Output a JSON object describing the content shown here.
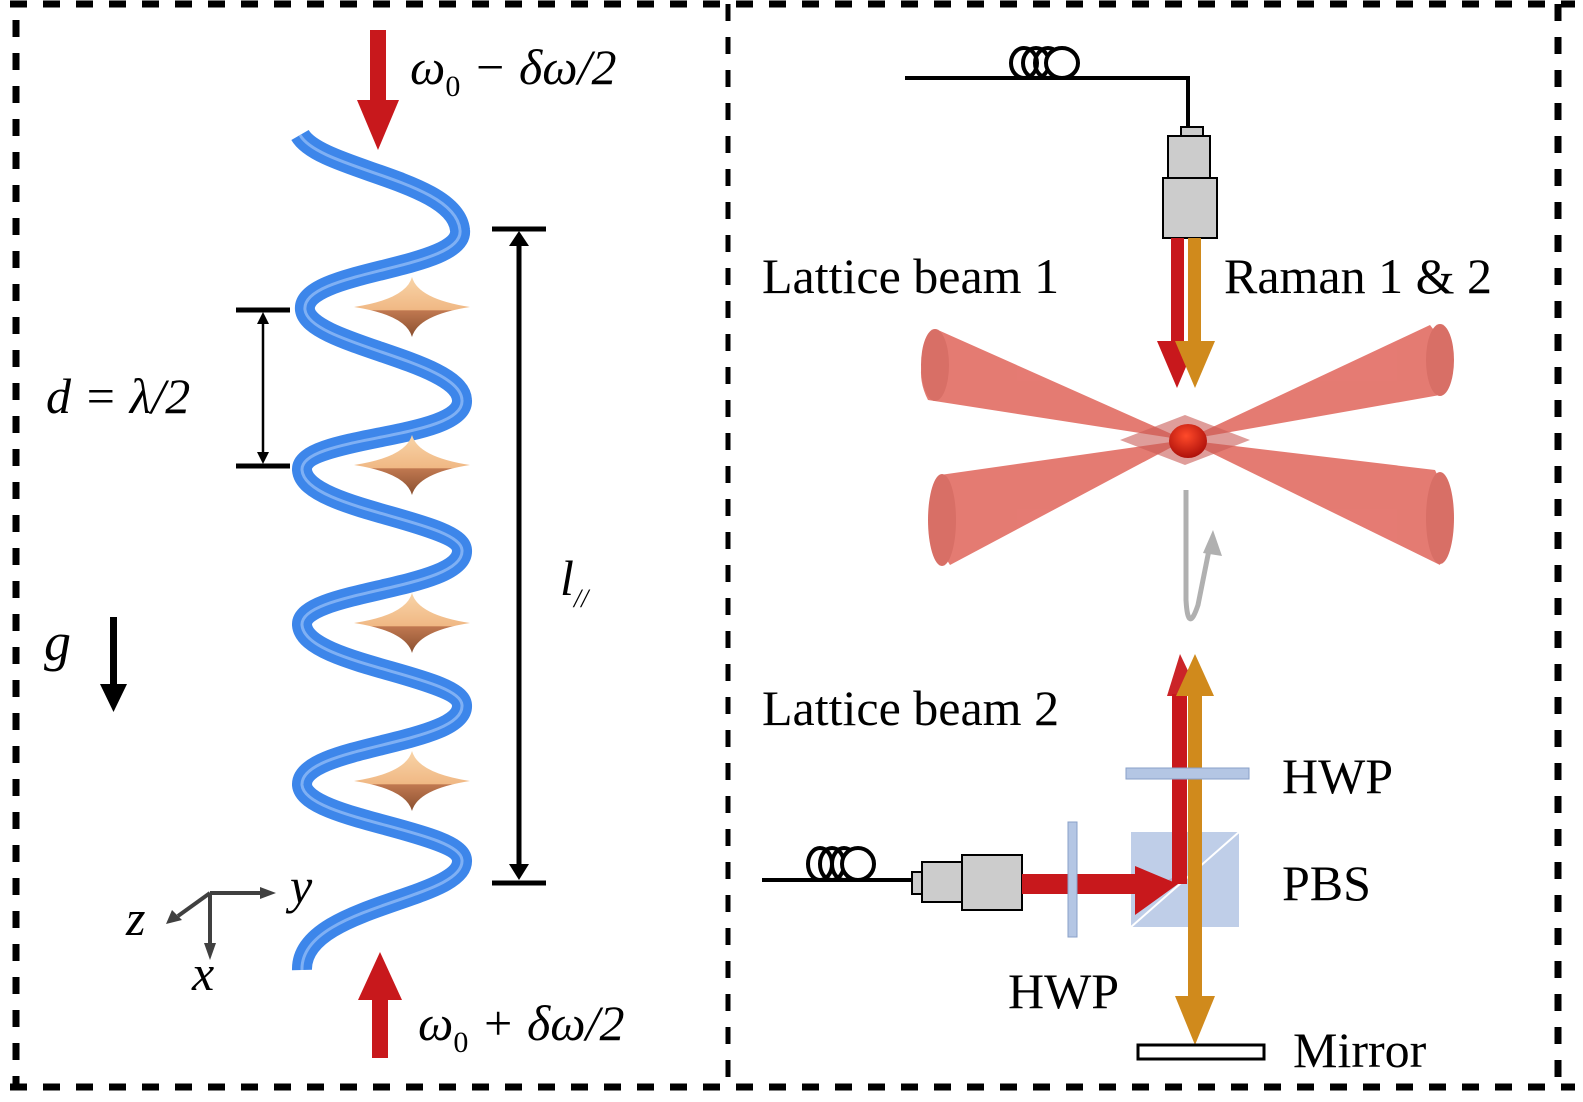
{
  "left_panel": {
    "top_beam_label": {
      "base": "ω",
      "sub": "0",
      "rest": " − δω/2"
    },
    "bottom_beam_label": {
      "base": "ω",
      "sub": "0",
      "rest": " + δω/2"
    },
    "spacing_label": "d = λ/2",
    "length_label": {
      "base": "l",
      "sub": "//"
    },
    "gravity_label": "g",
    "axes": {
      "x": "x",
      "y": "y",
      "z": "z"
    },
    "num_lattice_sites": 4
  },
  "right_panel": {
    "lattice_beam_1": "Lattice beam 1",
    "raman_label": "Raman 1 & 2",
    "lattice_beam_2": "Lattice beam 2",
    "hwp_top": "HWP",
    "pbs": "PBS",
    "hwp_bottom": "HWP",
    "mirror": "Mirror"
  },
  "colors": {
    "lattice_red": "#c8181c",
    "raman_orange": "#d08a1c",
    "helix_blue": "#3d86ea",
    "cone_red": "#e8675c",
    "atom_red": "#d01a10",
    "optic_blue": "#b4c6e4",
    "fiber_gray": "#cccccc",
    "arrow_gray": "#b0b0b0"
  }
}
